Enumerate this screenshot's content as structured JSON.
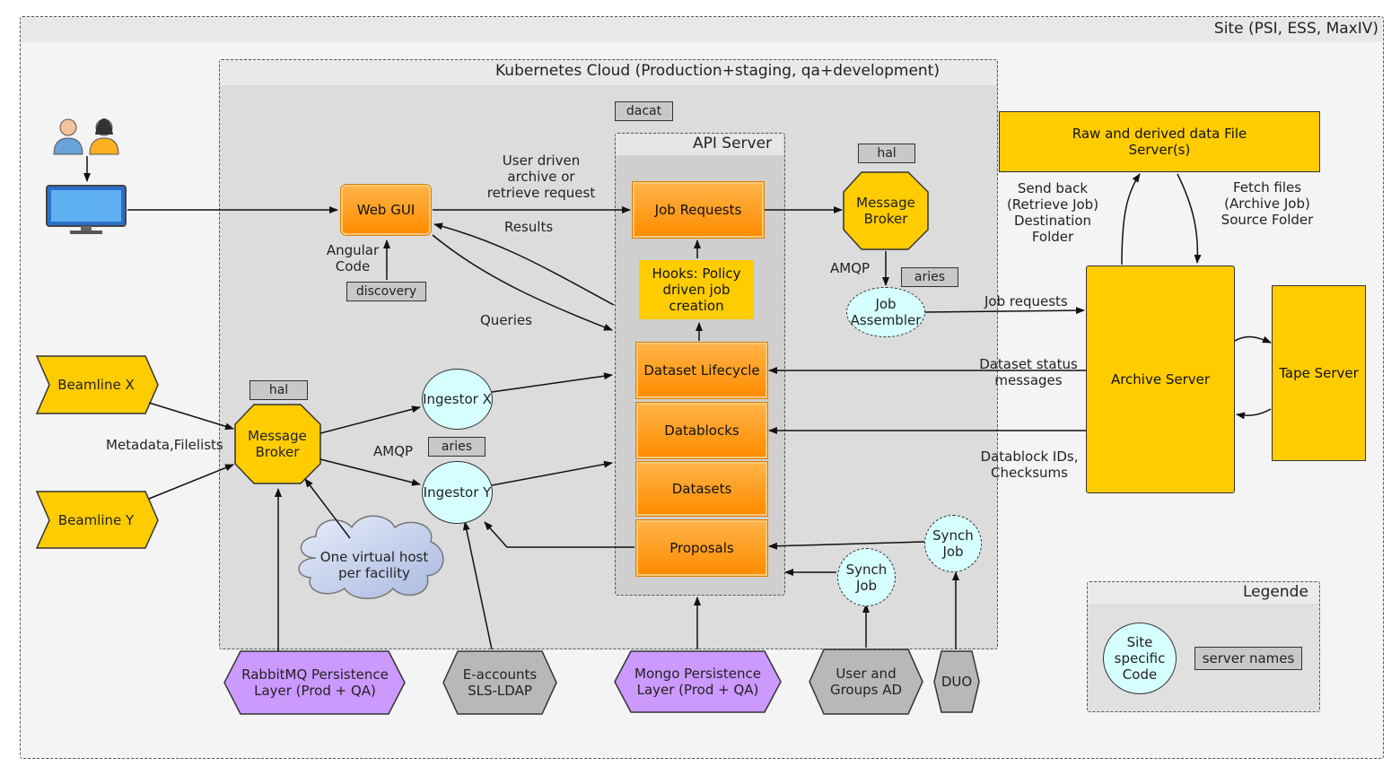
{
  "site_title": "Site (PSI, ESS, MaxIV)",
  "k8s_title": "Kubernetes Cloud (Production+staging, qa+development)",
  "api_title": "API Server",
  "legend": {
    "title": "Legende",
    "oval_text": "Site specific Code",
    "tag_text": "server names"
  },
  "tags": {
    "dacat": "dacat",
    "hal_top": "hal",
    "aries_top": "aries",
    "discovery": "discovery",
    "hal_left": "hal",
    "aries_left": "aries"
  },
  "boxes": {
    "web_gui": "Web GUI",
    "job_requests": "Job Requests",
    "hooks": "Hooks: Policy driven job creation",
    "dataset_lifecycle": "Dataset Lifecycle",
    "datablocks": "Datablocks",
    "datasets": "Datasets",
    "proposals": "Proposals",
    "file_server": "Raw and derived data File Server(s)",
    "archive_server": "Archive Server",
    "tape_server": "Tape Server",
    "beamline_x": "Beamline X",
    "beamline_y": "Beamline Y"
  },
  "ovals": {
    "job_assembler": "Job Assembler",
    "ingestor_x": "Ingestor X",
    "ingestor_y": "Ingestor Y",
    "synch_job_1": "Synch Job",
    "synch_job_2": "Synch Job"
  },
  "octagons": {
    "broker_top": "Message Broker",
    "broker_left": "Message Broker"
  },
  "cloud": "One virtual host per facility",
  "hexagons": {
    "rabbitmq": "RabbitMQ Persistence Layer (Prod + QA)",
    "eaccounts": "E-accounts SLS-LDAP",
    "mongo": "Mongo Persistence Layer (Prod + QA)",
    "users_groups": "User and Groups AD",
    "duo": "DUO"
  },
  "labels": {
    "user_request": "User driven archive or retrieve request",
    "results": "Results",
    "queries": "Queries",
    "angular": "Angular Code",
    "amqp_top": "AMQP",
    "amqp_left": "AMQP",
    "metadata": "Metadata,Filelists",
    "send_back": "Send back (Retrieve Job) Destination Folder",
    "fetch_files": "Fetch files (Archive Job) Source Folder",
    "job_requests_arrow": "Job requests",
    "dataset_status": "Dataset status messages",
    "datablock_ids": "Datablock IDs, Checksums"
  },
  "colors": {
    "orange": "#ff8c00",
    "yellow": "#ffcc00",
    "cyan": "#d6ffff",
    "purple": "#cc99ff",
    "gray_hex": "#b8b8b8",
    "cloud": "#c7d3ee"
  }
}
